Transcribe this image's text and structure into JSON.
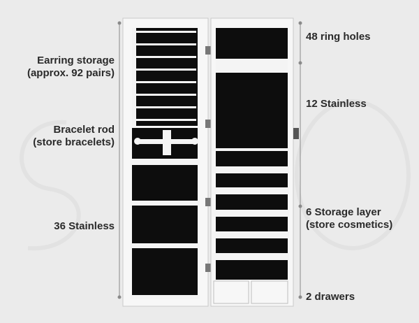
{
  "callouts_left": [
    {
      "line1": "Earring storage",
      "line2": "(approx. 92 pairs)"
    },
    {
      "line1": "Bracelet rod",
      "line2": "(store bracelets)"
    },
    {
      "line1": "36 Stainless",
      "line2": ""
    }
  ],
  "callouts_right": [
    {
      "line1": "48 ring holes",
      "line2": ""
    },
    {
      "line1": "12 Stainless",
      "line2": ""
    },
    {
      "line1": "6 Storage layer",
      "line2": "(store cosmetics)"
    },
    {
      "line1": "2 drawers",
      "line2": ""
    }
  ],
  "colors": {
    "background": "#ebebeb",
    "cabinet_white": "#f7f7f7",
    "interior_black": "#0d0d0d",
    "dimension_line": "#8a8a8a",
    "label_text": "#2a2a2a"
  }
}
